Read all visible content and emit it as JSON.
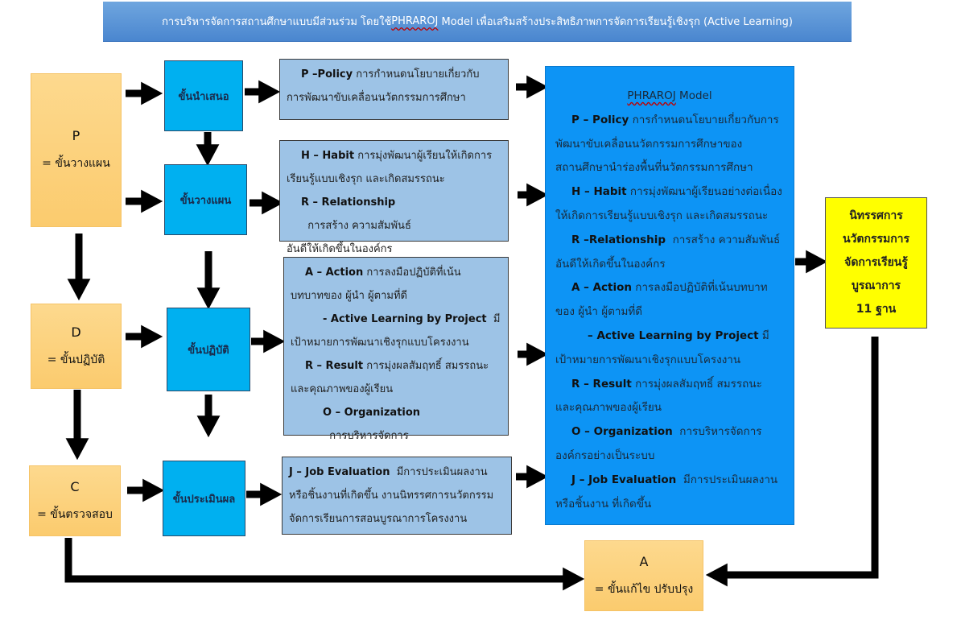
{
  "title": {
    "prefix": "การบริหารจัดการสถานศึกษาแบบมีส่วนร่วม โดยใช้ ",
    "model": "PHRAROJ",
    "suffix": " Model เพื่อเสริมสร้างประสิทธิภาพการจัดการเรียนรู้เชิงรุก (Active Learning)"
  },
  "phases": {
    "p": {
      "letter": "P",
      "label": "= ขั้นวางแผน"
    },
    "d": {
      "letter": "D",
      "label": "= ขั้นปฏิบัติ"
    },
    "c": {
      "letter": "C",
      "label": "= ขั้นตรวจสอบ"
    },
    "a": {
      "letter": "A",
      "label": "= ขั้นแก้ไข ปรับปรุง"
    }
  },
  "steps": {
    "present": "ขั้นนำเสนอ",
    "plan": "ขั้นวางแผน",
    "do": "ขั้นปฏิบัติ",
    "evaluate": "ขั้นประเมินผล"
  },
  "descriptions": {
    "policy": {
      "key": "P –Policy",
      "l1": " การกำหนดนโยบายเกี่ยวกับ",
      "l2": "การพัฒนาขับเคลื่อนนวัตกรรมการศึกษา"
    },
    "habit": {
      "key": "H – Habit",
      "l1": " การมุ่งพัฒนาผู้เรียนให้เกิดการ",
      "l2": "เรียนรู้แบบเชิงรุก และเกิดสมรรถนะ"
    },
    "relationship": {
      "key": "R – Relationship",
      "l1": "  การสร้าง ความสัมพันธ์",
      "l2": "อันดีให้เกิดขึ้นในองค์กร"
    },
    "action": {
      "key": "A – Action",
      "l1": " การลงมือปฏิบัติที่เน้น",
      "l2": "บทบาทของ ผู้นำ ผู้ตามที่ดี"
    },
    "active": {
      "key": "- Active Learning by Project",
      "l1": "  มี",
      "l2": "เป้าหมายการพัฒนาเชิงรุกแบบโครงงาน"
    },
    "result": {
      "key": "R – Result",
      "l1": " การมุ่งผลสัมฤทธิ์ สมรรถนะ",
      "l2": "และคุณภาพของผู้เรียน"
    },
    "organization": {
      "key": "O – Organization",
      "l1": "  การบริหารจัดการ"
    },
    "job": {
      "key": "J – Job Evaluation",
      "l1": "  มีการประเมินผลงาน",
      "l2": "หรือชิ้นงานที่เกิดขึ้น งานนิทรรศการนวัตกรรม",
      "l3": "จัดการเรียนการสอนบูรณาการโครงงาน"
    }
  },
  "model": {
    "title": "PHRAROJ",
    "title_suffix": " Model",
    "policy": {
      "key": "P – Policy",
      "l1": " การกำหนดนโยบายเกี่ยวกับการ",
      "l2": "พัฒนาขับเคลื่อนนวัตกรรมการศึกษาของ",
      "l3": "สถานศึกษานำร่องพื้นที่นวัตกรรมการศึกษา"
    },
    "habit": {
      "key": "H – Habit",
      "l1": " การมุ่งพัฒนาผู้เรียนอย่างต่อเนื่อง",
      "l2": "ให้เกิดการเรียนรู้แบบเชิงรุก และเกิดสมรรถนะ"
    },
    "relationship": {
      "key": "R –Relationship",
      "l1": "  การสร้าง ความสัมพันธ์",
      "l2": "อันดีให้เกิดขึ้นในองค์กร"
    },
    "action": {
      "key": "A – Action",
      "l1": " การลงมือปฏิบัติที่เน้นบทบาท",
      "l2": "ของ ผู้นำ ผู้ตามที่ดี"
    },
    "active": {
      "key": "– Active Learning by Project",
      "l1": " มี",
      "l2": "เป้าหมายการพัฒนาเชิงรุกแบบโครงงาน"
    },
    "result": {
      "key": "R – Result",
      "l1": " การมุ่งผลสัมฤทธิ์ สมรรถนะ",
      "l2": "และคุณภาพของผู้เรียน"
    },
    "organization": {
      "key": "O – Organization",
      "l1": "  การบริหารจัดการ",
      "l2": "องค์กรอย่างเป็นระบบ"
    },
    "job": {
      "key": "J – Job Evaluation",
      "l1": "  มีการประเมินผลงาน",
      "l2": "หรือชิ้นงาน ที่เกิดขึ้น"
    }
  },
  "exhibition": {
    "lines": [
      "นิทรรศการ",
      "นวัตกรรมการ",
      "จัดการเรียนรู้",
      "บูรณาการ",
      "11 ฐาน"
    ]
  },
  "colors": {
    "phase": "#fcd27f",
    "step": "#00b0f0",
    "description": "#9dc3e6",
    "model": "#0d94f5",
    "exhibition": "#ffff00",
    "title_bar": "#5b97d8"
  }
}
